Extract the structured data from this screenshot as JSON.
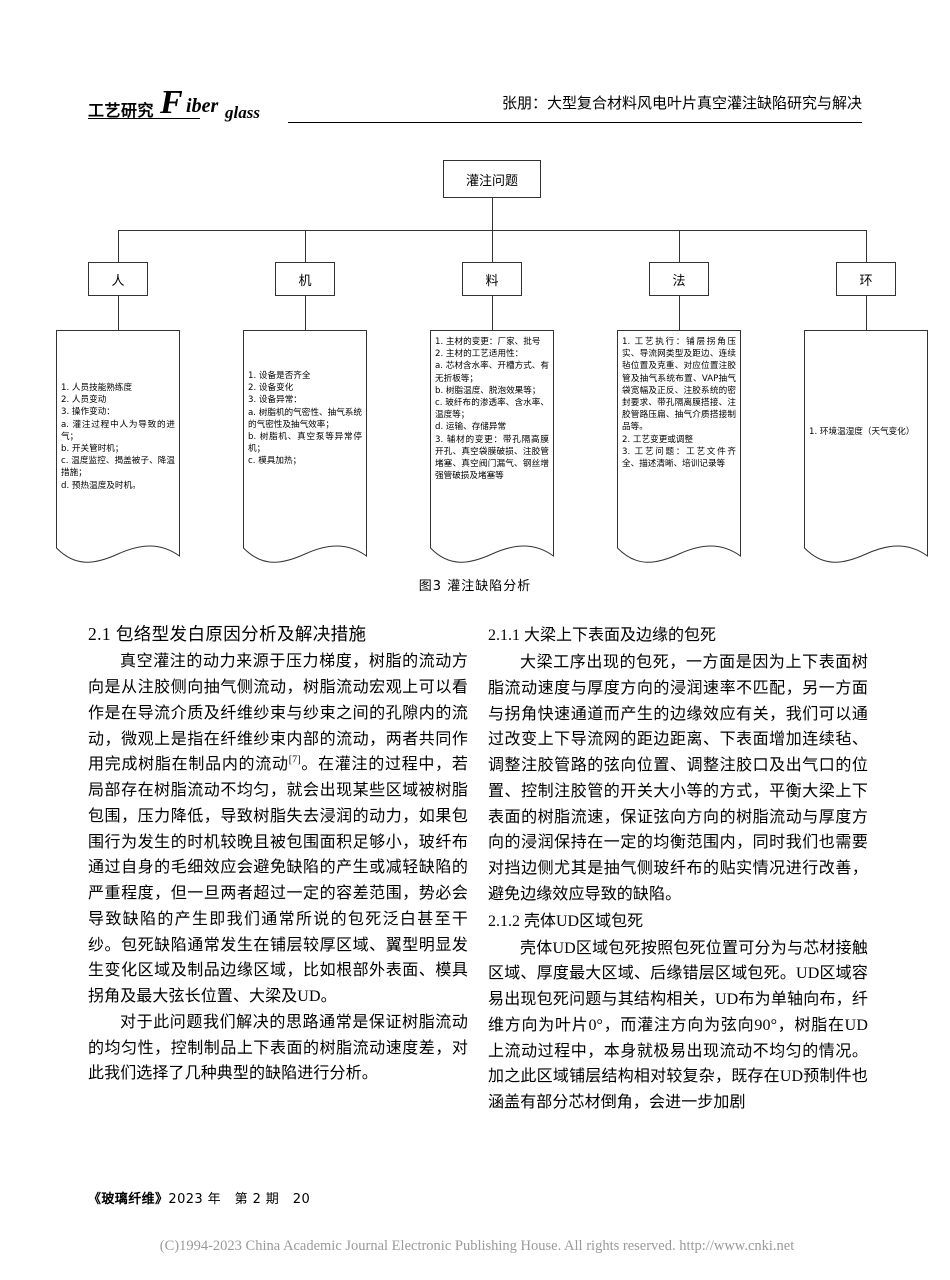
{
  "header": {
    "section_label": "工艺研究",
    "logo": {
      "part1": "F",
      "part2": "iber",
      "part3": "glass"
    },
    "running_title": "张朋：大型复合材料风电叶片真空灌注缺陷研究与解决"
  },
  "figure": {
    "caption": "图3   灌注缺陷分析",
    "root": "灌注问题",
    "categories": [
      {
        "label": "人"
      },
      {
        "label": "机"
      },
      {
        "label": "料"
      },
      {
        "label": "法"
      },
      {
        "label": "环"
      }
    ],
    "details": [
      {
        "owner": "人",
        "text": "1. 人员技能熟练度\n2. 人员变动\n3. 操作变动：\na. 灌注过程中人为导致的进气；\nb. 开关管时机；\nc. 温度监控、揭盖被子、降温措施；\nd. 预热温度及时机。"
      },
      {
        "owner": "机",
        "text": "1. 设备是否齐全\n2. 设备变化\n3. 设备异常：\na. 树脂机的气密性、抽气系统的气密性及抽气效率；\nb. 树脂机、真空泵等异常停机；\nc. 模具加热；"
      },
      {
        "owner": "料",
        "text": "1. 主材的变更：厂家、批号\n2. 主材的工艺适用性：\na. 芯材含水率、开槽方式、有无折板等；\nb. 树脂温度、脱泡效果等；\nc. 玻纤布的渗透率、含水率、温度等；\nd. 运输、存储异常\n3. 辅材的变更：带孔隔高膜开孔、真空袋膜破损、注胶管堵塞、真空阀门漏气、钢丝增强管破损及堵塞等"
      },
      {
        "owner": "法",
        "text": "1. 工艺执行：铺层拐角压实、导流网类型及距边、连续毡位置及克重、对应位置注胶管及抽气系统布置、VAP抽气袋宽幅及正反、注胶系统的密封要求、带孔隔离膜搭接、注胶管路压扁、抽气介质搭接制品等。\n2. 工艺变更或调整\n3. 工艺问题：工艺文件齐全、描述清晰、培训记录等"
      },
      {
        "owner": "环",
        "text": "1. 环境温湿度（天气变化）"
      }
    ]
  },
  "content": {
    "left": {
      "heading": "2.1    包络型发白原因分析及解决措施",
      "paragraph1_a": "真空灌注的动力来源于压力梯度，树脂的流动方向是从注胶侧向抽气侧流动，树脂流动宏观上可以看作是在导流介质及纤维纱束与纱束之间的孔隙内的流动，微观上是指在纤维纱束内部的流动，两者共同作用完成树脂在制品内的流动",
      "paragraph1_ref": "[7]",
      "paragraph1_b": "。在灌注的过程中，若局部存在树脂流动不均匀，就会出现某些区域被树脂包围，压力降低，导致树脂失去浸润的动力，如果包围行为发生的时机较晚且被包围面积足够小，玻纤布通过自身的毛细效应会避免缺陷的产生或减轻缺陷的严重程度，但一旦两者超过一定的容差范围，势必会导致缺陷的产生即我们通常所说的包死泛白甚至干纱。包死缺陷通常发生在铺层较厚区域、翼型明显发生变化区域及制品边缘区域，比如根部外表面、模具拐角及最大弦长位置、大梁及UD。",
      "paragraph2": "对于此问题我们解决的思路通常是保证树脂流动的均匀性，控制制品上下表面的树脂流动速度差，对此我们选择了几种典型的缺陷进行分析。"
    },
    "right": {
      "heading1": "2.1.1   大梁上下表面及边缘的包死",
      "paragraph1": "大梁工序出现的包死，一方面是因为上下表面树脂流动速度与厚度方向的浸润速率不匹配，另一方面与拐角快速通道而产生的边缘效应有关，我们可以通过改变上下导流网的距边距离、下表面增加连续毡、调整注胶管路的弦向位置、调整注胶口及出气口的位置、控制注胶管的开关大小等的方式，平衡大梁上下表面的树脂流速，保证弦向方向的树脂流动与厚度方向的浸润保持在一定的均衡范围内，同时我们也需要对挡边侧尤其是抽气侧玻纤布的贴实情况进行改善，避免边缘效应导致的缺陷。",
      "heading2": "2.1.2   壳体UD区域包死",
      "paragraph2": "壳体UD区域包死按照包死位置可分为与芯材接触区域、厚度最大区域、后缘错层区域包死。UD区域容易出现包死问题与其结构相关，UD布为单轴向布，纤维方向为叶片0°，而灌注方向为弦向90°，树脂在UD上流动过程中，本身就极易出现流动不均匀的情况。加之此区域铺层结构相对较复杂，既存在UD预制件也涵盖有部分芯材倒角，会进一步加剧"
    }
  },
  "footer": {
    "journal": "《玻璃纤维》",
    "year": "2023 年",
    "issue": "第 2 期",
    "page": "20",
    "copyright": "(C)1994-2023 China Academic Journal Electronic Publishing House. All rights reserved.    http://www.cnki.net"
  }
}
